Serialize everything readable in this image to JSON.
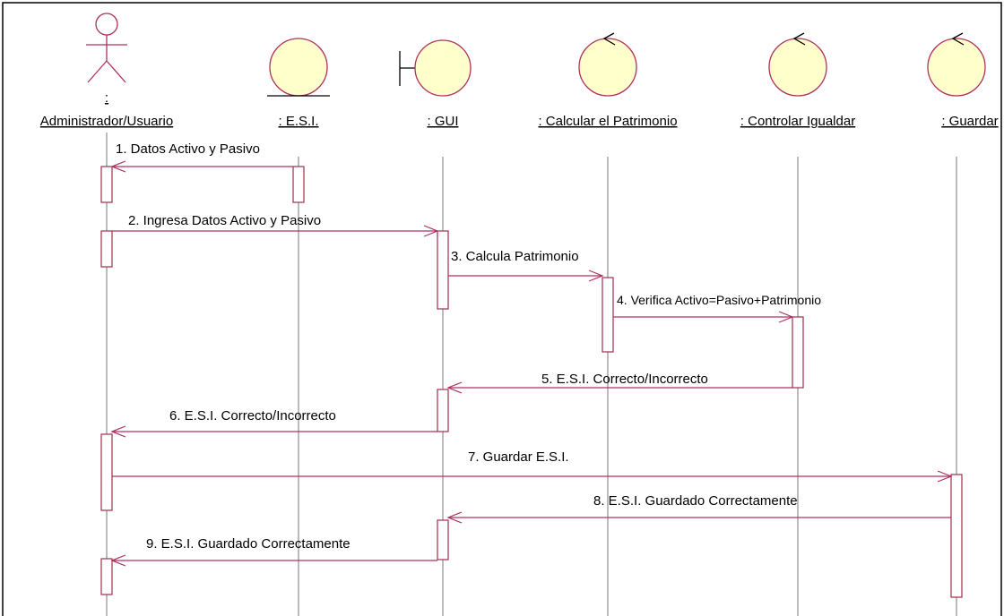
{
  "diagram": {
    "participants": [
      {
        "id": "admin",
        "kind": "actor",
        "label_top": ":",
        "label": "Administrador/Usuario"
      },
      {
        "id": "esi",
        "kind": "entity",
        "label": ": E.S.I."
      },
      {
        "id": "gui",
        "kind": "boundary",
        "label": ": GUI"
      },
      {
        "id": "calc",
        "kind": "control",
        "label": ": Calcular el Patrimonio"
      },
      {
        "id": "ctrl",
        "kind": "control",
        "label": ": Controlar Igualdar"
      },
      {
        "id": "guardar",
        "kind": "control",
        "label": ": Guardar"
      }
    ],
    "messages": [
      {
        "n": 1,
        "label": "1. Datos Activo y Pasivo",
        "from": "esi",
        "to": "admin"
      },
      {
        "n": 2,
        "label": "2. Ingresa Datos Activo y Pasivo",
        "from": "admin",
        "to": "gui"
      },
      {
        "n": 3,
        "label": "3. Calcula Patrimonio",
        "from": "gui",
        "to": "calc"
      },
      {
        "n": 4,
        "label": "4. Verifica Activo=Pasivo+Patrimonio",
        "from": "calc",
        "to": "ctrl"
      },
      {
        "n": 5,
        "label": "5. E.S.I. Correcto/Incorrecto",
        "from": "ctrl",
        "to": "gui"
      },
      {
        "n": 6,
        "label": "6. E.S.I. Correcto/Incorrecto",
        "from": "gui",
        "to": "admin"
      },
      {
        "n": 7,
        "label": "7. Guardar E.S.I.",
        "from": "admin",
        "to": "guardar"
      },
      {
        "n": 8,
        "label": "8. E.S.I. Guardado Correctamente",
        "from": "guardar",
        "to": "gui"
      },
      {
        "n": 9,
        "label": "9. E.S.I. Guardado Correctamente",
        "from": "gui",
        "to": "admin"
      }
    ],
    "colors": {
      "message_line": "#b03060",
      "activation_border": "#a0304a",
      "lifeline": "#7a7a7a",
      "object_fill": "#ffffcc",
      "frame": "#000000"
    }
  }
}
